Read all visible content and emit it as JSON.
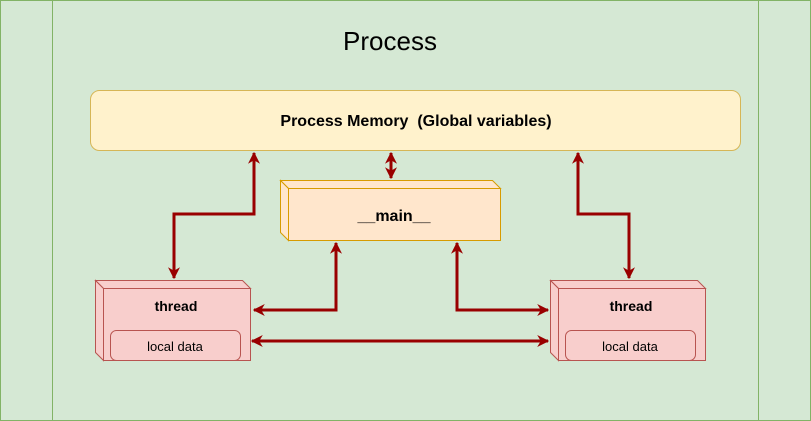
{
  "title": "Process",
  "memory": {
    "label": "Process Memory  (Global variables)"
  },
  "main_block": {
    "label": "__main__"
  },
  "thread_left": {
    "label": "thread",
    "local_label": "local data"
  },
  "thread_right": {
    "label": "thread",
    "local_label": "local data"
  },
  "colors": {
    "background": "#d5e8d4",
    "border": "#82b366",
    "memory_fill": "#fff2cc",
    "memory_stroke": "#d6b656",
    "main_fill": "#ffe6cc",
    "main_stroke": "#d79b00",
    "thread_fill": "#f8cecc",
    "thread_stroke": "#b85450",
    "arrow": "#990000"
  }
}
